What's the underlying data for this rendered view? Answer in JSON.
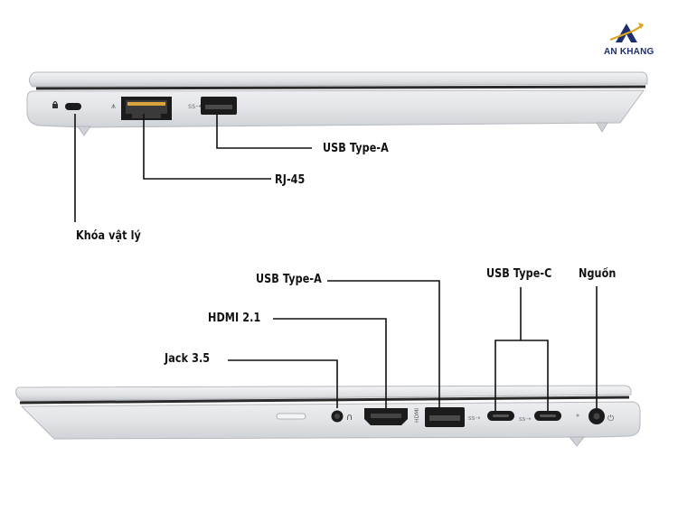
{
  "brand": {
    "name": "AN KHANG",
    "tagline": "",
    "colors": {
      "navy": "#1d2f6e",
      "gold": "#e0a41f"
    }
  },
  "top_view": {
    "labels": {
      "lock": "Khóa vật lý",
      "rj45": "RJ-45",
      "usb_a": "USB Type-A"
    }
  },
  "bottom_view": {
    "labels": {
      "usb_a": "USB Type-A",
      "hdmi": "HDMI 2.1",
      "jack": "Jack 3.5",
      "usb_c": "USB Type-C",
      "power": "Nguồn"
    }
  },
  "colors": {
    "laptop_body": "#e4e6e9",
    "laptop_edge": "#b9bcc1",
    "port": "#1b1b1b",
    "line": "#111111"
  }
}
